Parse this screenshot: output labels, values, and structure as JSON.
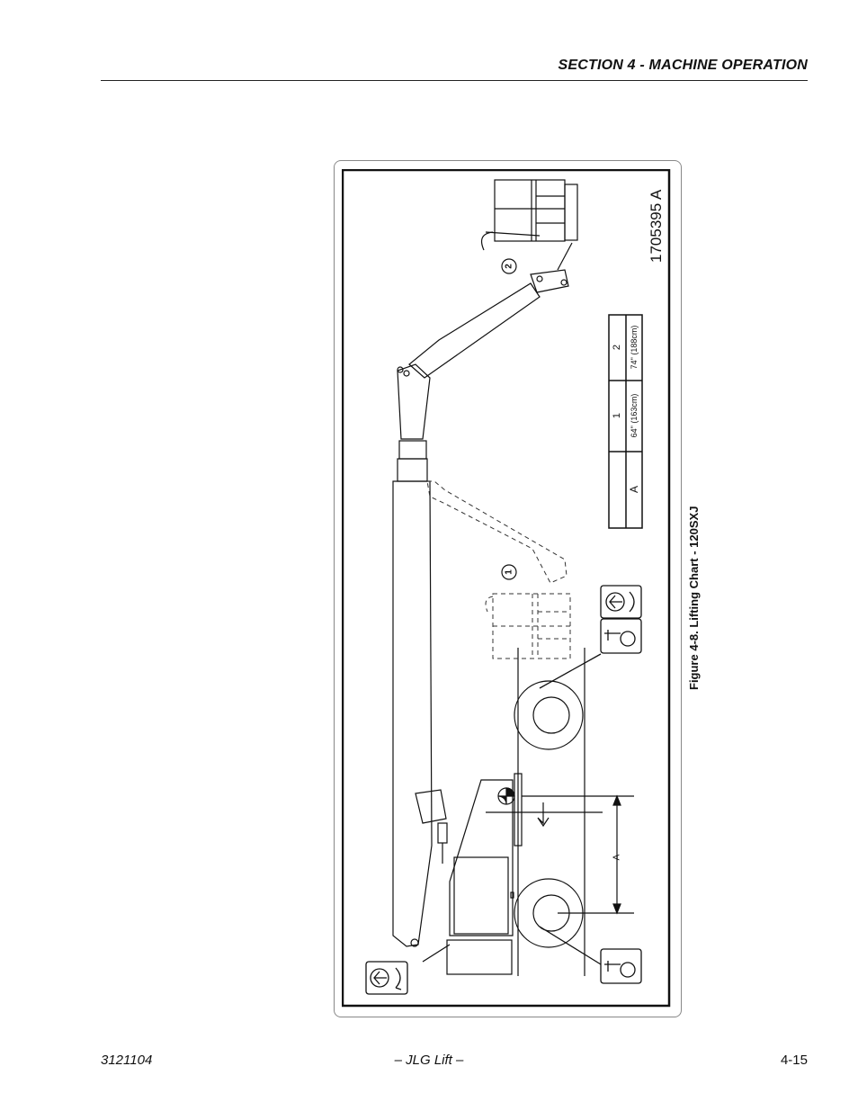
{
  "header": {
    "section_title": "SECTION 4 - MACHINE OPERATION"
  },
  "figure": {
    "caption": "Figure 4-8.  Lifting Chart - 120SXJ",
    "part_number": "1705395 A",
    "position_labels": [
      "1",
      "2"
    ],
    "dimension_label": "A",
    "table": {
      "row_header": "A",
      "columns": [
        {
          "position": "1",
          "value": "64\" (163cm)"
        },
        {
          "position": "2",
          "value": "74\" (188cm)"
        }
      ]
    }
  },
  "footer": {
    "doc_number": "3121104",
    "publisher": "– JLG Lift –",
    "page_number": "4-15"
  }
}
